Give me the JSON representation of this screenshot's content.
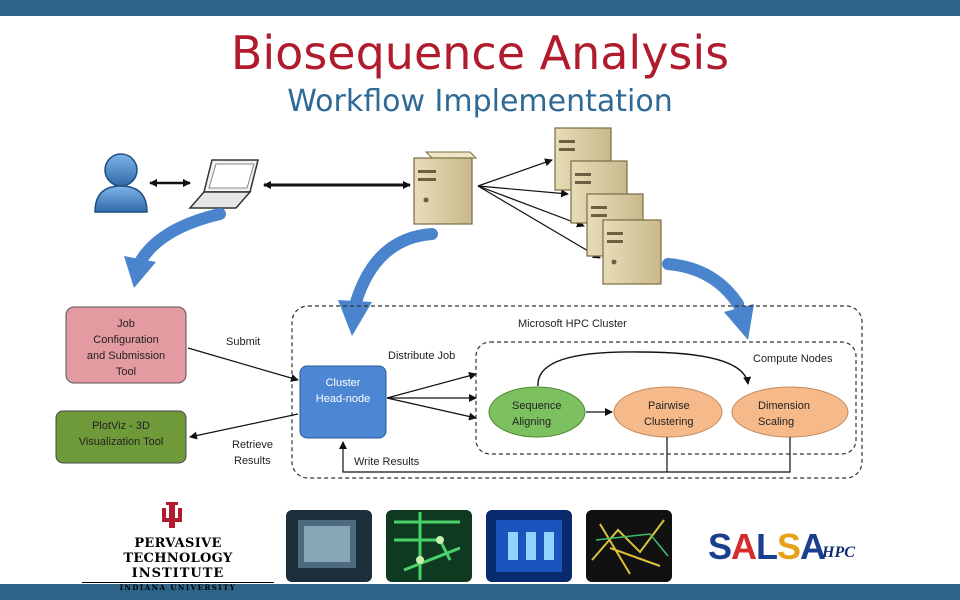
{
  "title": "Biosequence Analysis",
  "subtitle": "Workflow Implementation",
  "labels": {
    "submit": "Submit",
    "retrieve": [
      "Retrieve",
      "Results"
    ],
    "distribute": "Distribute Job",
    "write_results": "Write Results",
    "cluster_label": "Microsoft HPC Cluster",
    "compute_nodes": "Compute Nodes"
  },
  "boxes": {
    "job_config": [
      "Job",
      "Configuration",
      "and Submission",
      "Tool"
    ],
    "plotviz": [
      "PlotViz - 3D",
      "Visualization Tool"
    ],
    "head_node": [
      "Cluster",
      "Head-node"
    ]
  },
  "nodes": {
    "seq_align": [
      "Sequence",
      "Aligning"
    ],
    "pairwise": [
      "Pairwise",
      "Clustering"
    ],
    "dim_scaling": [
      "Dimension",
      "Scaling"
    ]
  },
  "footer": {
    "pti_line1": "PERVASIVE TECHNOLOGY",
    "pti_line2": "INSTITUTE",
    "pti_line3": "INDIANA UNIVERSITY",
    "salsa_letters": [
      "S",
      "A",
      "L",
      "S",
      "A"
    ],
    "salsa_colors": [
      "#1a3f8f",
      "#d42b2b",
      "#1a3f8f",
      "#e8a21a",
      "#1a3f8f"
    ],
    "salsa_hpc": "HPC"
  },
  "colors": {
    "title": "#b01c2e",
    "subtitle": "#2f6a96",
    "bars": "#2d6386",
    "job_box": "#e39aa0",
    "plotviz_box": "#6f9a3a",
    "head_node_box": "#4d87d3",
    "seq_node": "#7dc060",
    "cluster_nodes": "#f6b98a",
    "curved_arrows": "#4a84cd"
  }
}
